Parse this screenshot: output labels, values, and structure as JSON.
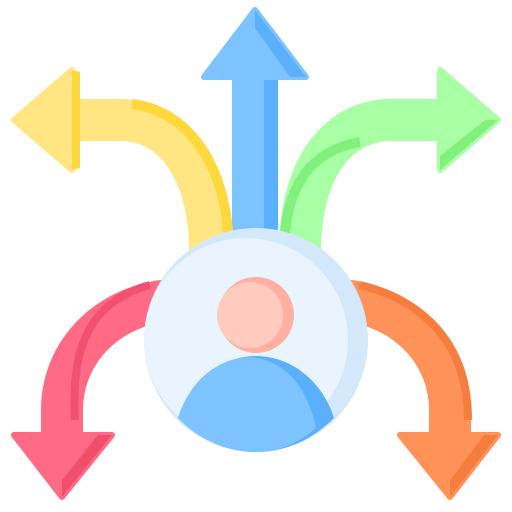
{
  "icon": {
    "name": "person-with-multiple-direction-arrows",
    "arrows": [
      {
        "direction": "up",
        "color": "#7DC3FF",
        "shade": "#5AB0FA"
      },
      {
        "direction": "left-up",
        "color": "#FFE682",
        "shade": "#FFD83D"
      },
      {
        "direction": "right-up",
        "color": "#A8FFA4",
        "shade": "#82F07C"
      },
      {
        "direction": "left-down",
        "color": "#FF6B85",
        "shade": "#F04F6A"
      },
      {
        "direction": "right-down",
        "color": "#FF9259",
        "shade": "#F57E3E"
      }
    ],
    "circle": {
      "color": "#EAF4FF",
      "shade": "#D4E8FB"
    },
    "person": {
      "head": "#FFCBBE",
      "head_shade": "#FFB0A0",
      "body": "#7DC3FF",
      "body_shade": "#5AB0FA"
    }
  }
}
